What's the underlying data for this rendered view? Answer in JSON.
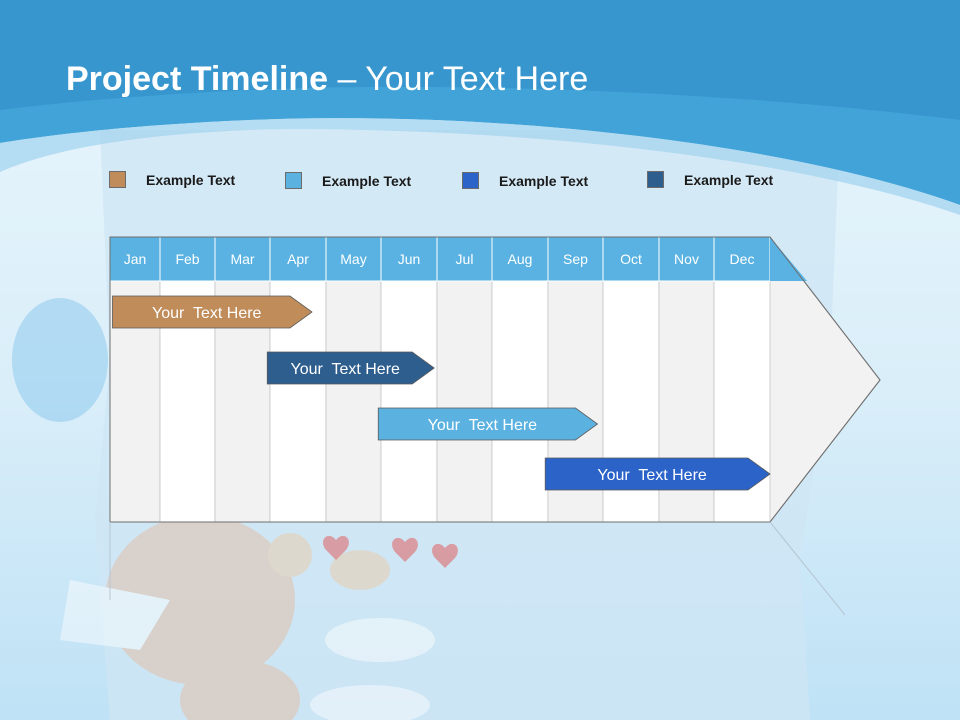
{
  "slide": {
    "title_bold": "Project Timeline",
    "title_rest": " – Your Text Here"
  },
  "legend": [
    {
      "label": "Example Text",
      "color": "#c08c5a"
    },
    {
      "label": "Example Text",
      "color": "#5bb2e0"
    },
    {
      "label": "Example Text",
      "color": "#2b63c9"
    },
    {
      "label": "Example Text",
      "color": "#2e5e8e"
    }
  ],
  "timeline": {
    "months": [
      "Jan",
      "Feb",
      "Mar",
      "Apr",
      "May",
      "Jun",
      "Jul",
      "Aug",
      "Sep",
      "Oct",
      "Nov",
      "Dec"
    ],
    "header_color": "#59b2e2",
    "tasks": [
      {
        "label": "Your  Text Here",
        "start_month": 0.05,
        "end_month": 3.75,
        "color": "#c08c5a"
      },
      {
        "label": "Your  Text Here",
        "start_month": 2.95,
        "end_month": 5.95,
        "color": "#2e5e8e"
      },
      {
        "label": "Your  Text Here",
        "start_month": 4.95,
        "end_month": 8.9,
        "color": "#5bb2e0"
      },
      {
        "label": "Your  Text Here",
        "start_month": 7.95,
        "end_month": 12.0,
        "color": "#2b63c9"
      }
    ]
  }
}
